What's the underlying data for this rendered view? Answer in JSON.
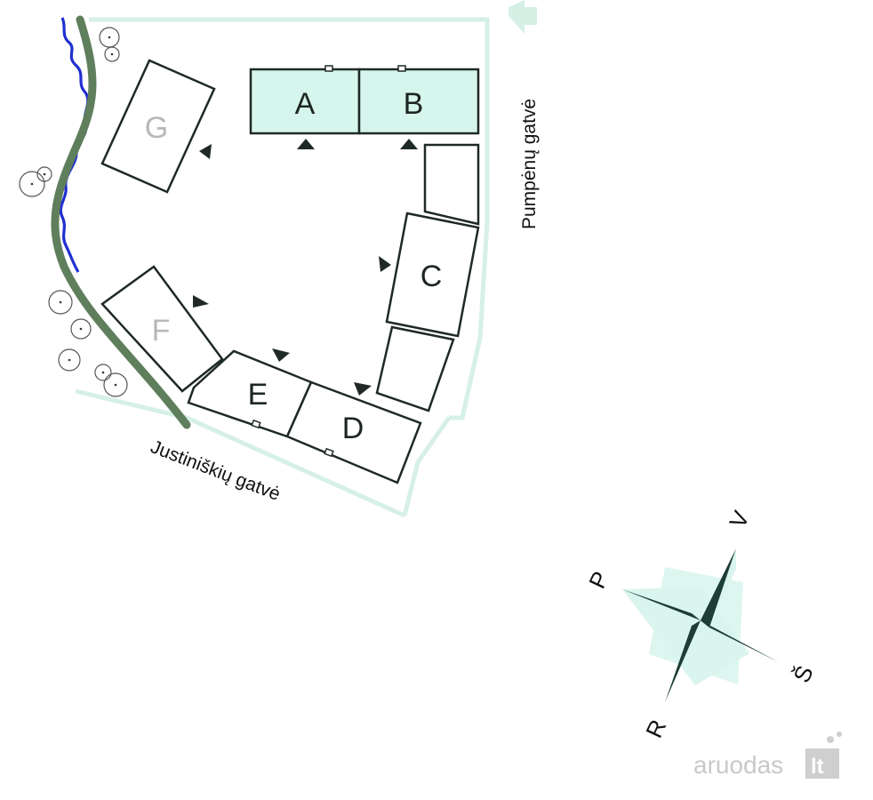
{
  "buildings": {
    "a": "A",
    "b": "B",
    "c": "C",
    "d": "D",
    "e": "E",
    "f": "F",
    "g": "G"
  },
  "streets": {
    "pumpenu": "Pumpėnų gatvė",
    "justiniskiu": "Justiniškių gatvė"
  },
  "compass": {
    "north": "V",
    "east": "R",
    "south": "P",
    "west": "Š"
  },
  "watermark": {
    "brand": "aruodas",
    "tld": "lt"
  },
  "colors": {
    "highlight": "#d6f5ec",
    "river": "#1f2fd0",
    "green_path": "#5f7e5c",
    "compass_dark": "#1d3d36"
  }
}
